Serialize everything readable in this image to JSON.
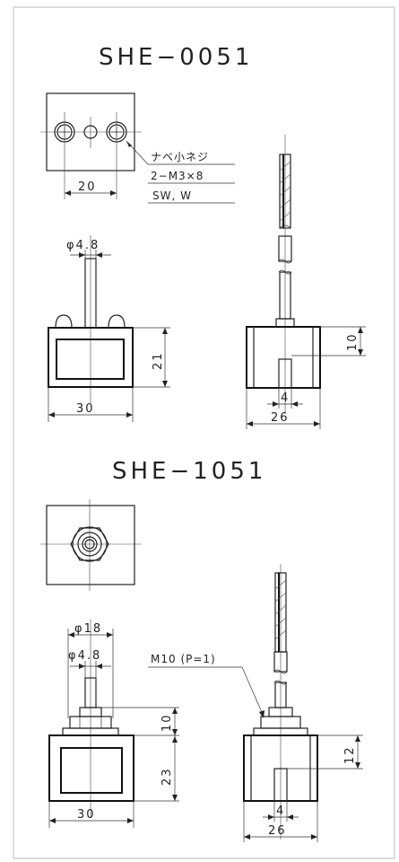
{
  "models": {
    "top": {
      "title": "SHE−0051",
      "screw_note": {
        "line1": "ナベ小ネジ",
        "line2": "2−M3×8",
        "line3": "SW, W"
      },
      "dims": {
        "hole_pitch": "20",
        "shaft_dia": "φ4.8",
        "height": "21",
        "width": "30",
        "side_height": "10",
        "slot_width": "4",
        "side_width": "26"
      }
    },
    "bottom": {
      "title": "SHE−1051",
      "dims": {
        "nut_dia": "φ18",
        "shaft_dia": "φ4.8",
        "thread": "M10 (P=1)",
        "nut_height": "10",
        "body_height": "23",
        "width": "30",
        "side_height": "12",
        "slot_width": "4",
        "side_width": "26"
      }
    }
  }
}
